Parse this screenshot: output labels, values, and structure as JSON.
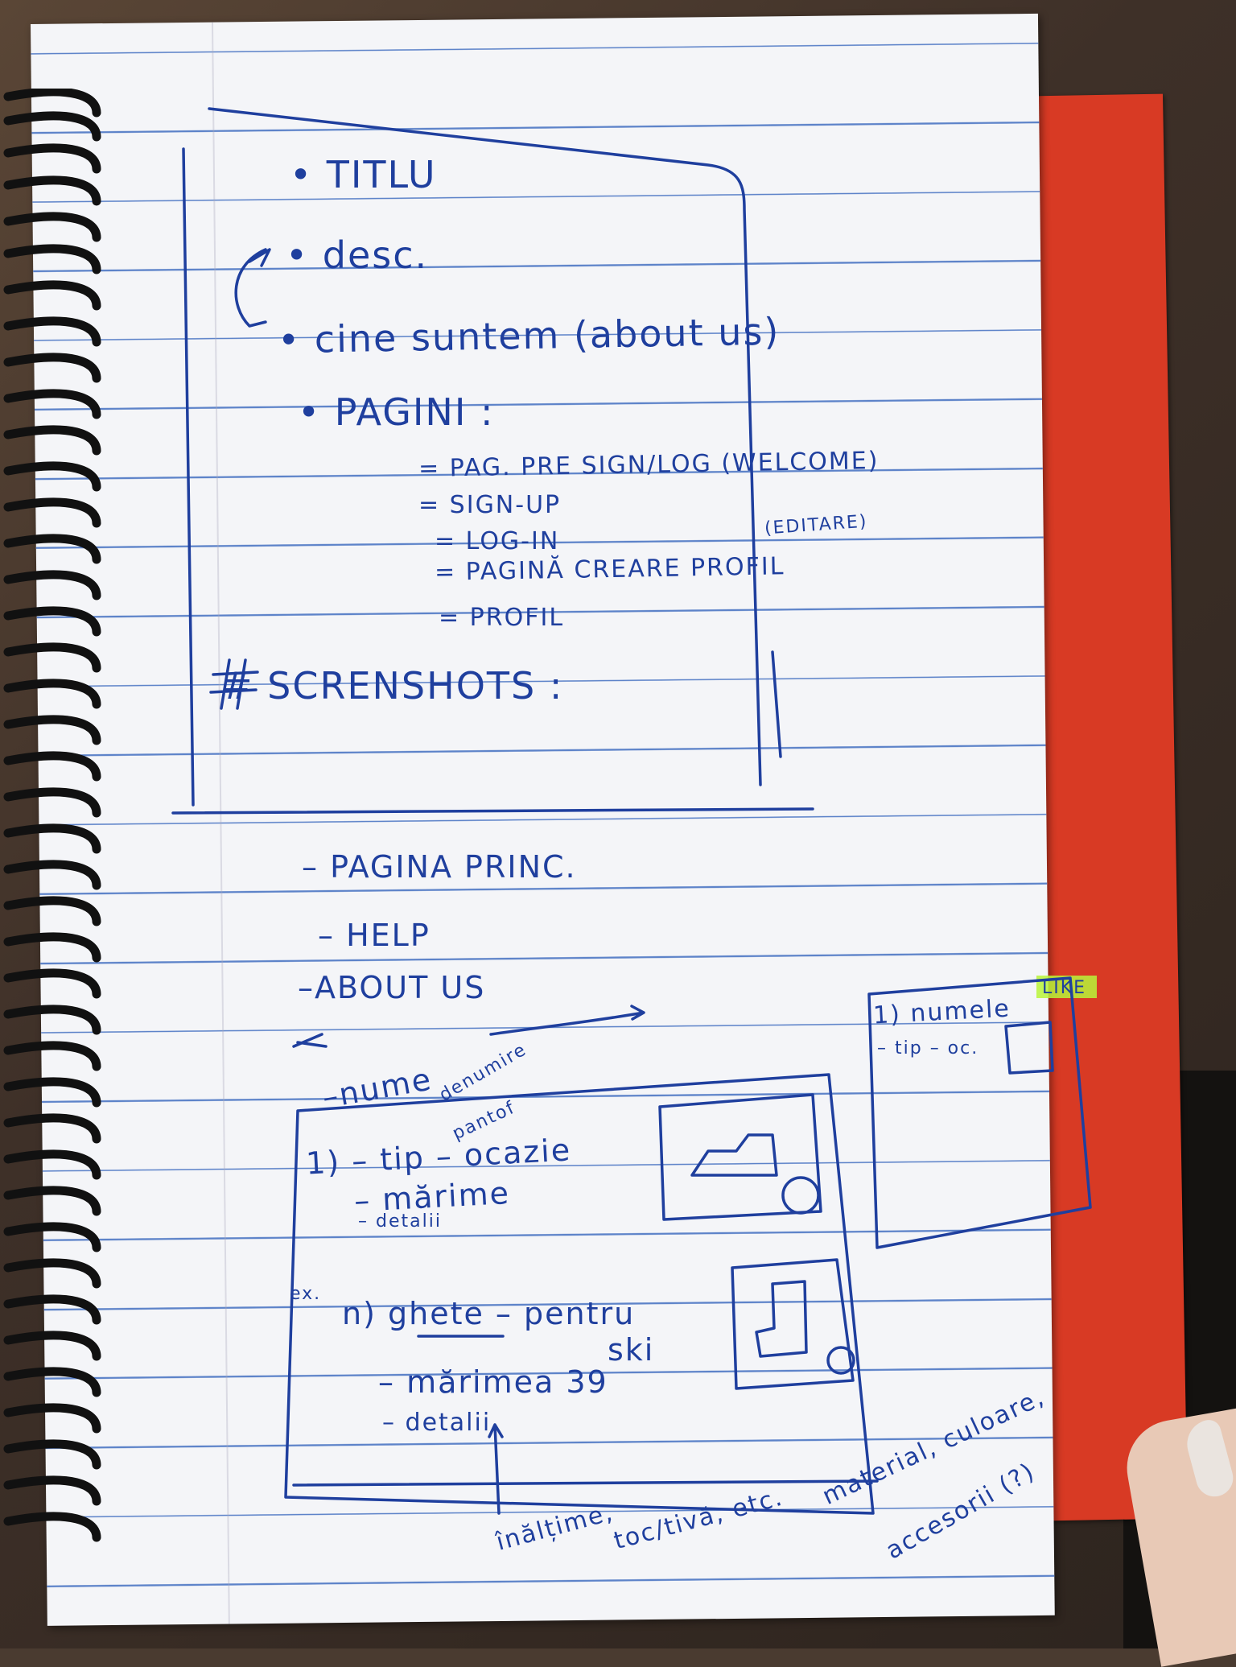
{
  "notes": {
    "titlu": "• TITLU",
    "desc": "• desc.",
    "cine_suntem": "• cine suntem (about us)",
    "pagini": "• PAGINI :",
    "pag_pre_sign": "= PAG. PRE SIGN/LOG (WELCOME)",
    "sign_up": "= SIGN-UP",
    "log_in": "= LOG-IN",
    "editare": "(EDITARE)",
    "pagina_creare": "= PAGINĂ CREARE PROFIL",
    "profil": "= PROFIL",
    "screenshots": "# SCRENSHOTS :",
    "pagina_princ": "– PAGINA PRINC.",
    "help": "– HELP",
    "about_us": "–ABOUT US",
    "nume": "–nume",
    "denumire": "denumire",
    "tip_pantof": "pantof",
    "item_1": "1) – tip – ocazie",
    "marime": "– mărime",
    "detalii": "– detalii",
    "ex": "ex.",
    "item_n": "n) ghete – pentru",
    "ski": "ski",
    "marimea": "– mărimea 39",
    "detalii_2": "– detalii.",
    "right_numele": "1) numele",
    "right_like": "LIKE",
    "right_tip": "– tip – oc.",
    "inaltime": "înălțime,",
    "toc_tiv": "toc/tivă, etc.",
    "material": "material, culoare,",
    "accesorii": "accesorii (?)"
  },
  "colors": {
    "ink": "#1f3f9e",
    "paper": "#f4f5f8",
    "rule_line": "#5d83c9",
    "cover": "#d83a24",
    "highlight": "#b8f53a"
  }
}
